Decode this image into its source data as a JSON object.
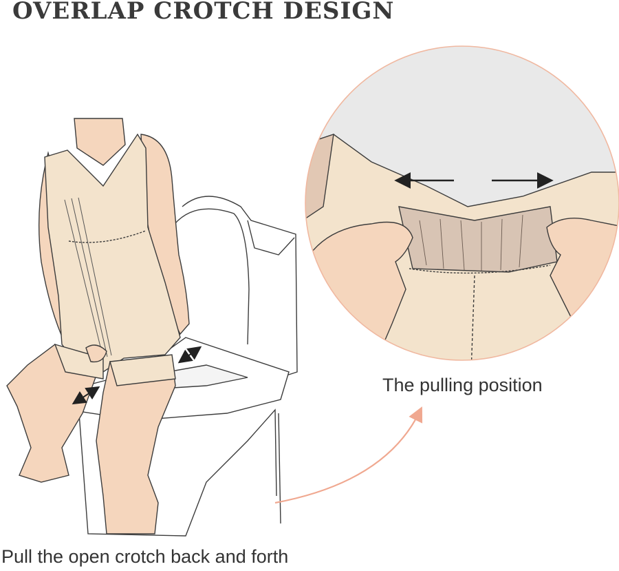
{
  "title": "OVERLAP CROTCH DESIGN",
  "captions": {
    "detail": "The pulling position",
    "main": "Pull the open crotch back and forth"
  },
  "colors": {
    "skin": "#f5d6bd",
    "garment": "#f3e3cc",
    "line": "#3c3c3c",
    "accent": "#f0a890",
    "detail_background": "#e9e9e9"
  },
  "icons": {
    "pull_arrows": "double-headed-arrow-icon",
    "curved_pointer": "curved-arrow-icon"
  }
}
